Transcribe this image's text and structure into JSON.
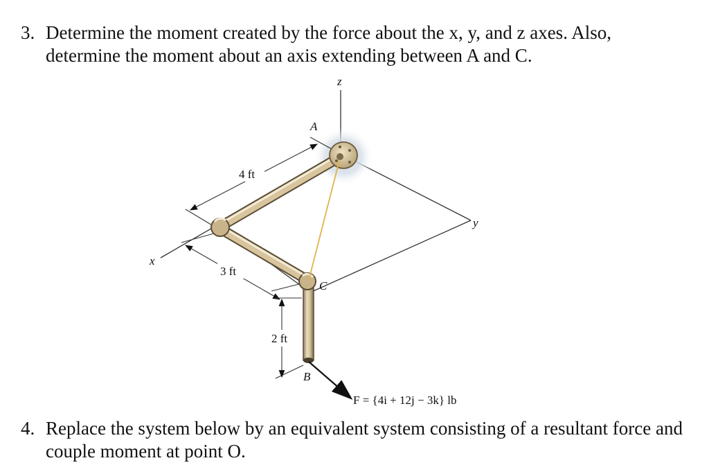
{
  "problem3": {
    "number": "3.",
    "text": "Determine the moment created by the force about the x, y, and z axes. Also, determine the moment about an axis extending between A and C."
  },
  "problem4": {
    "number": "4.",
    "text": "Replace the system below by an equivalent system consisting of a resultant force and couple moment at point O."
  },
  "figure": {
    "axis_z": "z",
    "axis_y": "y",
    "axis_x": "x",
    "point_A": "A",
    "point_B": "B",
    "point_C": "C",
    "dim_4ft": "4 ft",
    "dim_3ft": "3 ft",
    "dim_2ft": "2 ft",
    "force_label": "F = {4i + 12j − 3k} lb"
  }
}
